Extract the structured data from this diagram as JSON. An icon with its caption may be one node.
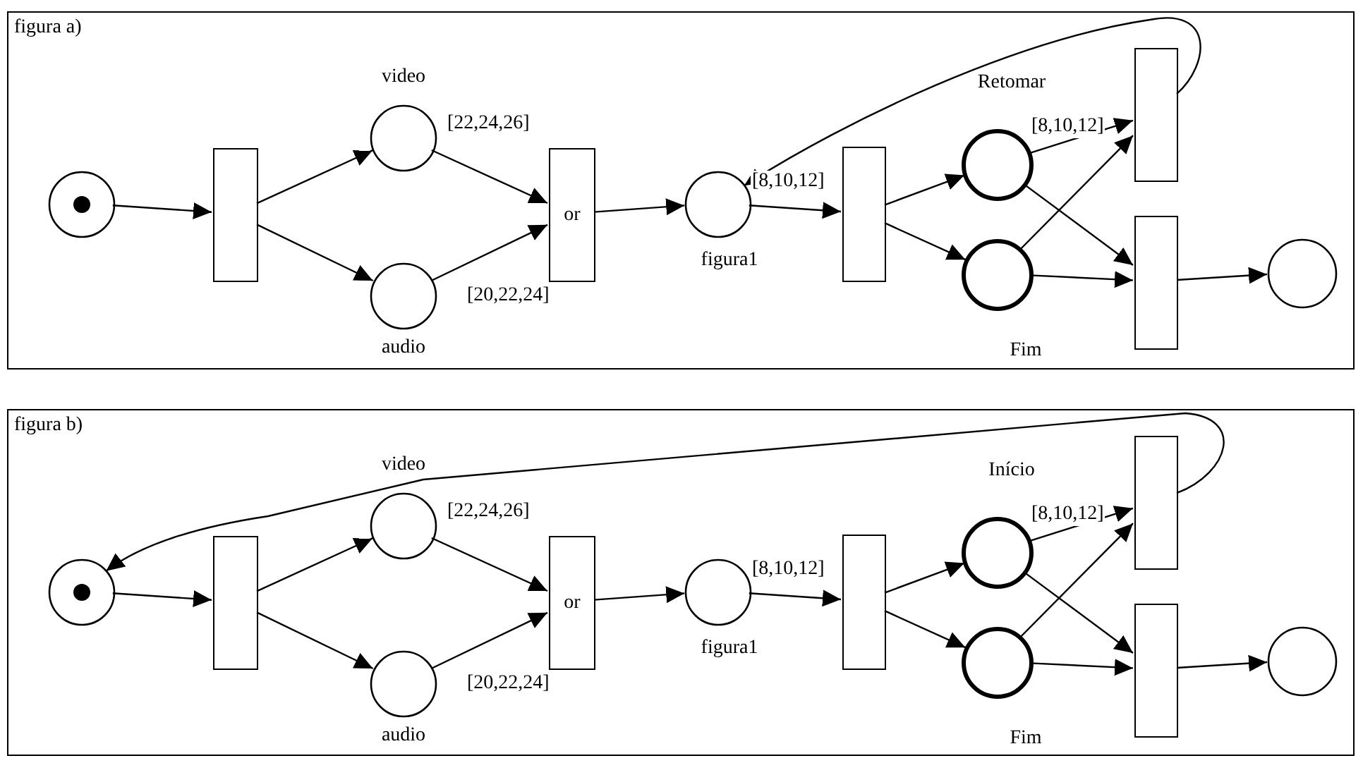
{
  "diagram": {
    "nodes": [
      {
        "text": [
          "figura a)"
        ]
      },
      {
        "text": [],
        "shape": "circle",
        "in": 0
      },
      {
        "text": [],
        "shape": "box",
        "in": 0
      },
      {
        "text": [
          "video"
        ],
        "in": 0
      },
      {
        "text": [
          "audio"
        ],
        "in": 0
      },
      {
        "text": [
          "or"
        ],
        "in": 0
      },
      {
        "text": [
          "figura1"
        ],
        "in": 0
      },
      {
        "text": [],
        "shape": "box",
        "in": 0
      },
      {
        "text": [
          "Retomar"
        ],
        "in": 0
      },
      {
        "text": [
          "Fim"
        ],
        "in": 0
      },
      {
        "text": [],
        "shape": "box",
        "in": 0
      },
      {
        "text": [],
        "shape": "box",
        "in": 0
      },
      {
        "text": [],
        "shape": "circle",
        "in": 0
      },
      {
        "text": [
          "figura b)"
        ]
      },
      {
        "text": [],
        "shape": "circle",
        "in": 13
      },
      {
        "text": [],
        "shape": "box",
        "in": 13
      },
      {
        "text": [
          "video"
        ],
        "in": 13
      },
      {
        "text": [
          "audio"
        ],
        "in": 13
      },
      {
        "text": [
          "or"
        ],
        "in": 13
      },
      {
        "text": [
          "figura1"
        ],
        "in": 13
      },
      {
        "text": [],
        "shape": "box",
        "in": 13
      },
      {
        "text": [
          "Início"
        ],
        "in": 13
      },
      {
        "text": [
          "Fim"
        ],
        "in": 13
      },
      {
        "text": [],
        "shape": "box",
        "in": 13
      },
      {
        "text": [],
        "shape": "box",
        "in": 13
      },
      {
        "text": [],
        "shape": "circle",
        "in": 13
      }
    ],
    "edges": [
      {
        "from": 1,
        "to": 2,
        "arrow": "to"
      },
      {
        "from": 2,
        "to": 3,
        "arrow": "to"
      },
      {
        "from": 2,
        "to": 4,
        "arrow": "to"
      },
      {
        "from": 3,
        "to": 5,
        "arrow": "to",
        "label": "[22,24,26]"
      },
      {
        "from": 4,
        "to": 5,
        "arrow": "to",
        "label": "[20,22,24]"
      },
      {
        "from": 5,
        "to": 6,
        "arrow": "to"
      },
      {
        "from": 6,
        "to": 7,
        "arrow": "to",
        "label": "[8,10,12]"
      },
      {
        "from": 7,
        "to": 8,
        "arrow": "to"
      },
      {
        "from": 7,
        "to": 9,
        "arrow": "to"
      },
      {
        "from": 8,
        "to": 10,
        "arrow": "to",
        "label": "[8,10,12]"
      },
      {
        "from": 8,
        "to": 11,
        "arrow": "to"
      },
      {
        "from": 9,
        "to": 10,
        "arrow": "to"
      },
      {
        "from": 9,
        "to": 11,
        "arrow": "to"
      },
      {
        "from": 11,
        "to": 12,
        "arrow": "to"
      },
      {
        "from": 10,
        "to": 6,
        "arrow": "to"
      },
      {
        "from": 14,
        "to": 15,
        "arrow": "to"
      },
      {
        "from": 15,
        "to": 16,
        "arrow": "to"
      },
      {
        "from": 15,
        "to": 17,
        "arrow": "to"
      },
      {
        "from": 16,
        "to": 18,
        "arrow": "to",
        "label": "[22,24,26]"
      },
      {
        "from": 17,
        "to": 18,
        "arrow": "to",
        "label": "[20,22,24]"
      },
      {
        "from": 18,
        "to": 19,
        "arrow": "to"
      },
      {
        "from": 19,
        "to": 20,
        "arrow": "to",
        "label": "[8,10,12]"
      },
      {
        "from": 20,
        "to": 21,
        "arrow": "to"
      },
      {
        "from": 20,
        "to": 22,
        "arrow": "to"
      },
      {
        "from": 21,
        "to": 23,
        "arrow": "to",
        "label": "[8,10,12]"
      },
      {
        "from": 21,
        "to": 24,
        "arrow": "to"
      },
      {
        "from": 22,
        "to": 23,
        "arrow": "to"
      },
      {
        "from": 22,
        "to": 24,
        "arrow": "to"
      },
      {
        "from": 24,
        "to": 25,
        "arrow": "to"
      },
      {
        "from": 23,
        "to": 14,
        "arrow": "to"
      }
    ]
  }
}
